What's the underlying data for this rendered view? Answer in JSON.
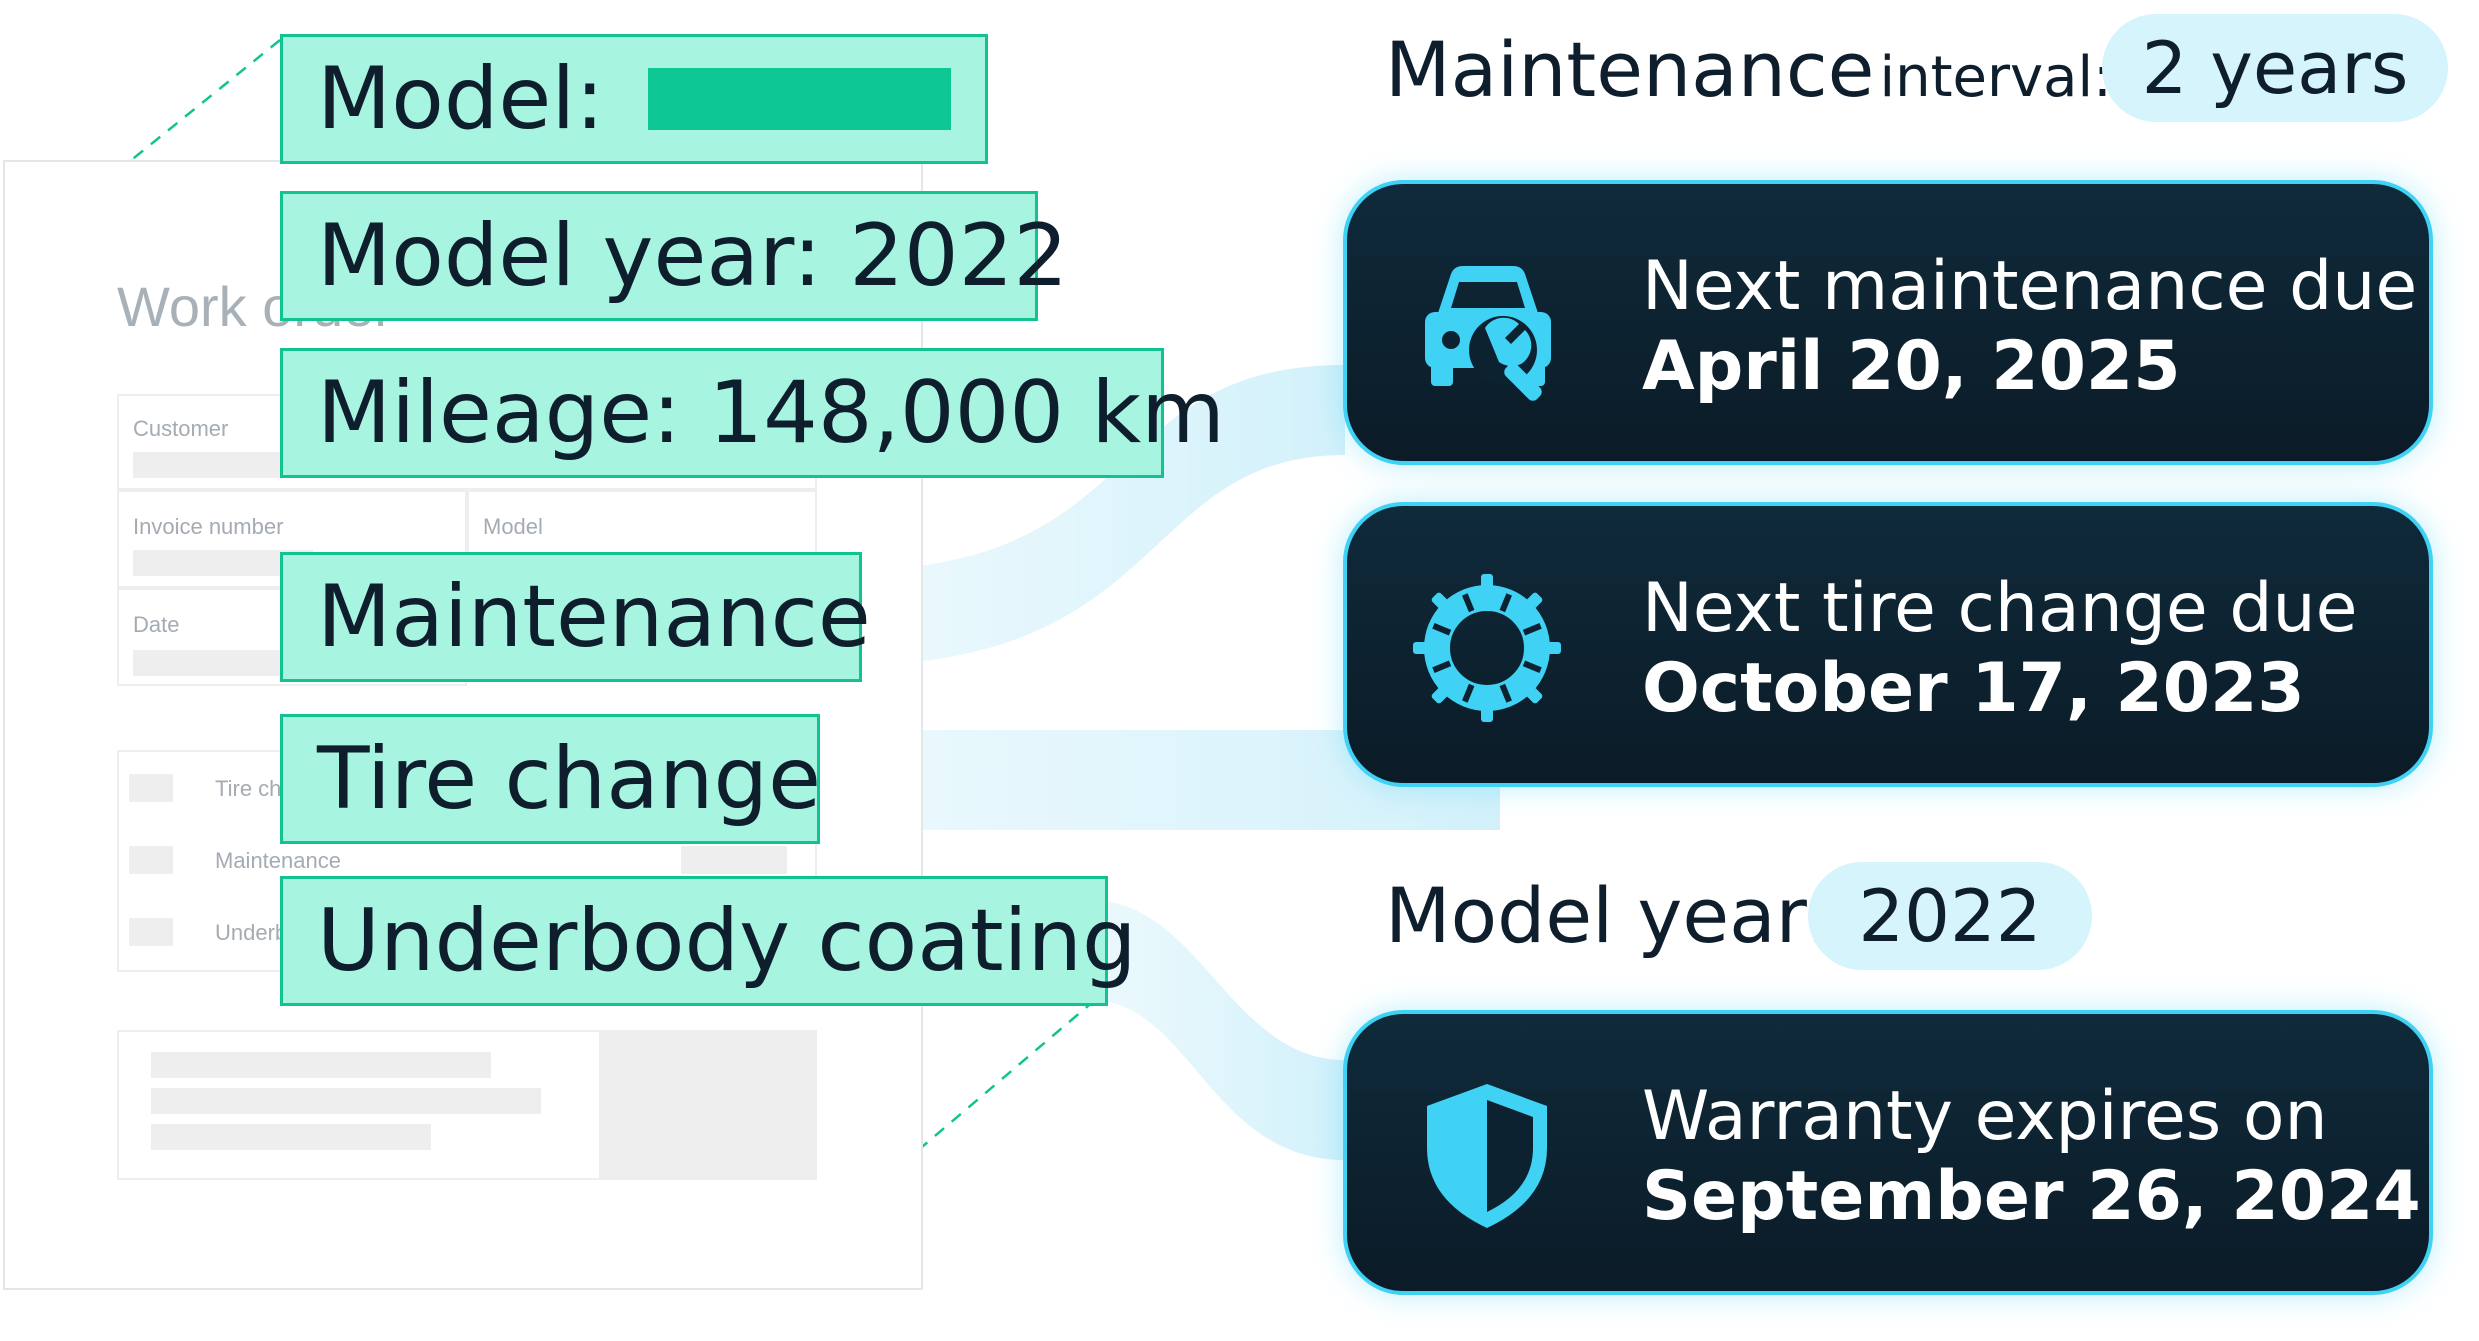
{
  "document": {
    "title": "Work order",
    "fields": {
      "customer": "Customer",
      "invoice_number": "Invoice number",
      "model": "Model",
      "date": "Date"
    },
    "checklist": [
      "Tire change",
      "Maintenance",
      "Underbody coating"
    ]
  },
  "tags": {
    "model": "Model:",
    "model_year": "Model year: 2022",
    "mileage": "Mileage: 148,000 km",
    "maintenance": "Maintenance",
    "tire_change": "Tire change",
    "underbody": "Underbody coating"
  },
  "maintenance_interval": {
    "label_main": "Maintenance",
    "label_sub": "interval:",
    "value": "2 years"
  },
  "model_year": {
    "label": "Model year:",
    "value": "2022"
  },
  "cards": [
    {
      "line1": "Next maintenance due",
      "line2": "April 20, 2025",
      "icon": "car-wrench-icon"
    },
    {
      "line1": "Next tire change due",
      "line2": "October 17, 2023",
      "icon": "tire-icon"
    },
    {
      "line1": "Warranty expires on",
      "line2": "September 26, 2024",
      "icon": "shield-icon"
    }
  ],
  "colors": {
    "tag_fill": "#a7f5e0",
    "tag_border": "#12c391",
    "card_border": "#3fd2f5",
    "card_bg": "#0b1b27",
    "pill_bg": "#d6f4fb",
    "text_dark": "#0e1e2c"
  }
}
